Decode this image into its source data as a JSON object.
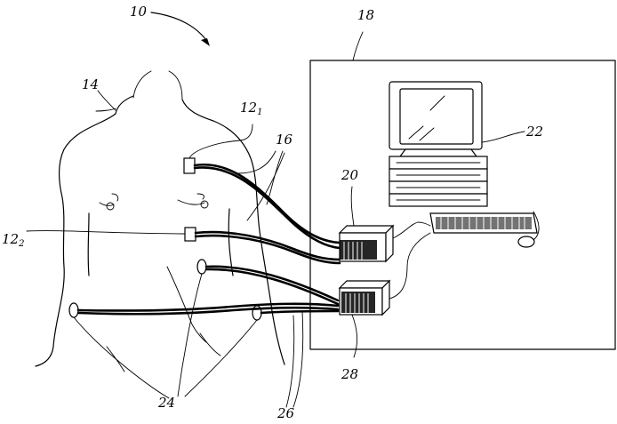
{
  "figure": {
    "labels": {
      "system": "10",
      "body": "14",
      "electrode_1_main": "12",
      "electrode_1_sub": "1",
      "electrode_2_main": "12",
      "electrode_2_sub": "2",
      "leads": "16",
      "panel": "18",
      "interface_unit": "20",
      "monitor": "22",
      "electrodes_lower": "24",
      "lower_leads": "26",
      "second_unit": "28"
    }
  }
}
